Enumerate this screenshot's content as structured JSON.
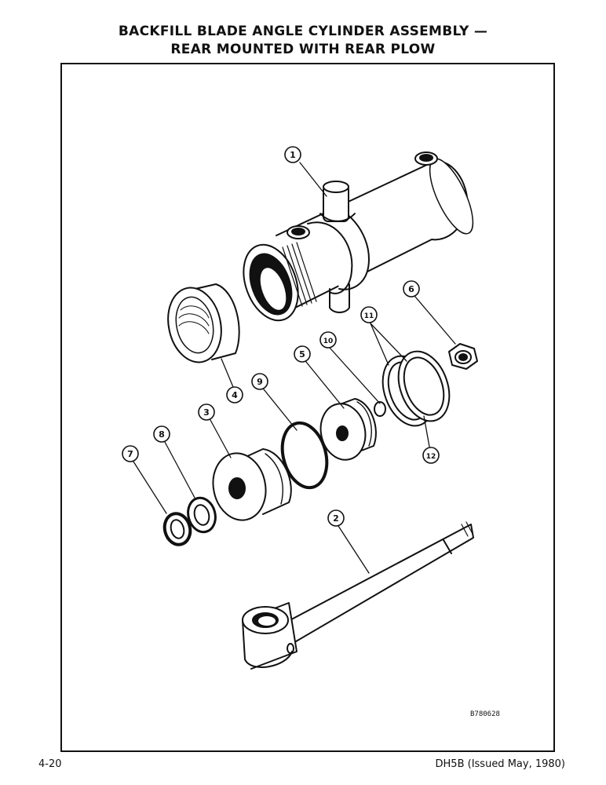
{
  "header": {
    "title_line1": "BACKFILL BLADE ANGLE CYLINDER ASSEMBLY —",
    "title_line2": "REAR MOUNTED WITH REAR PLOW"
  },
  "callouts": {
    "c1": "1",
    "c2": "2",
    "c3": "3",
    "c4": "4",
    "c5": "5",
    "c6": "6",
    "c7": "7",
    "c8": "8",
    "c9": "9",
    "c10": "10",
    "c11": "11",
    "c12": "12"
  },
  "drawing_code": "B780628",
  "footer": {
    "page_number": "4-20",
    "doc_ref": "DH5B (Issued May, 1980)"
  }
}
